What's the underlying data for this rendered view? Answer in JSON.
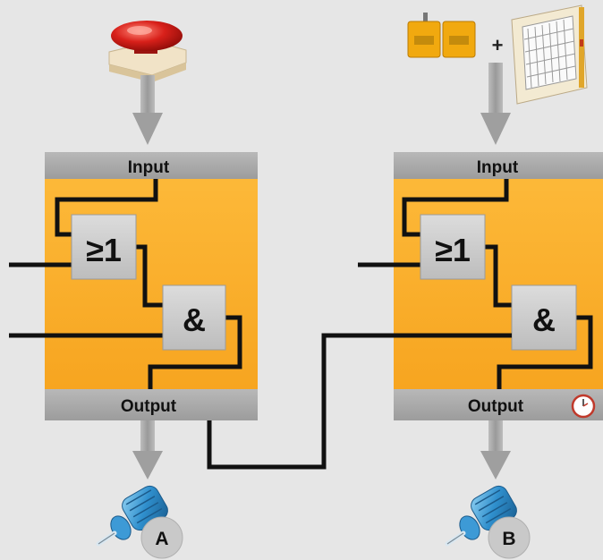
{
  "background_color": "#e6e6e6",
  "module_color": "#fbb02a",
  "bar_color": "#a9a9a9",
  "gate_color": "#c8c8c8",
  "wire_color": "#111111",
  "arrow_color": "#9e9e9e",
  "modules": [
    {
      "input_label": "Input",
      "output_label": "Output",
      "or_gate_label": "≥1",
      "and_gate_label": "&",
      "input_device_icon": "emergency-stop-button-icon",
      "output_device_icon": "motor-icon",
      "output_badge": "A"
    },
    {
      "input_label": "Input",
      "output_label": "Output",
      "or_gate_label": "≥1",
      "and_gate_label": "&",
      "input_device_icon": "safety-gate-switch-icon",
      "plus_sign": "+",
      "input_device_icon_2": "light-curtain-icon",
      "timer_icon": "clock-icon",
      "output_device_icon": "motor-icon",
      "output_badge": "B"
    }
  ]
}
